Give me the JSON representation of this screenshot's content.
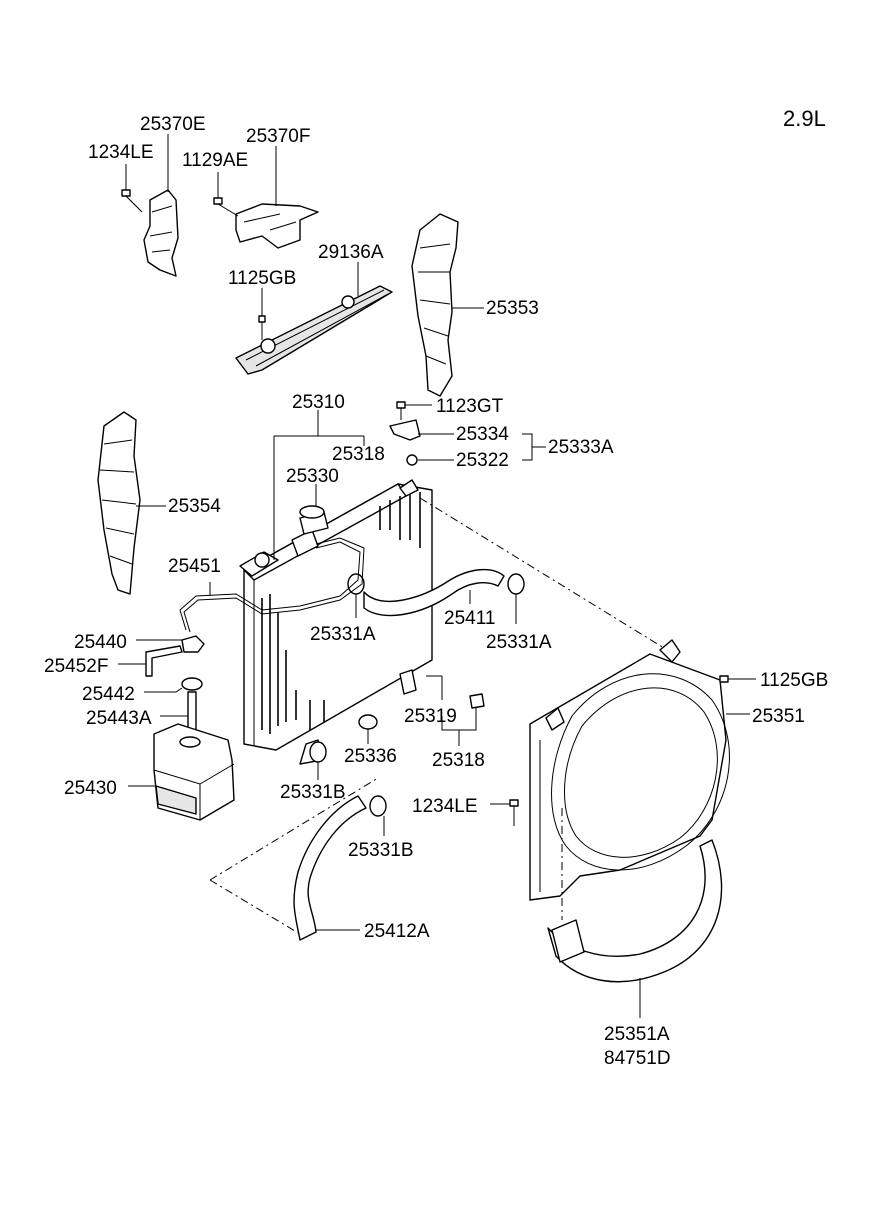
{
  "engine": "2.9L",
  "labels": {
    "p25370E": "25370E",
    "p1234LE_a": "1234LE",
    "p1129AE": "1129AE",
    "p25370F": "25370F",
    "p29136A": "29136A",
    "p1125GB_a": "1125GB",
    "p25353": "25353",
    "p25310": "25310",
    "p1123GT": "1123GT",
    "p25318_a": "25318",
    "p25334": "25334",
    "p25333A": "25333A",
    "p25330": "25330",
    "p25322": "25322",
    "p25354": "25354",
    "p25451": "25451",
    "p25331A_a": "25331A",
    "p25411": "25411",
    "p25331A_b": "25331A",
    "p25440": "25440",
    "p25452F": "25452F",
    "p25442": "25442",
    "p25443A": "25443A",
    "p1125GB_b": "1125GB",
    "p25351": "25351",
    "p25319": "25319",
    "p25336": "25336",
    "p25318_b": "25318",
    "p25430": "25430",
    "p25331B_a": "25331B",
    "p1234LE_b": "1234LE",
    "p25331B_b": "25331B",
    "p25412A": "25412A",
    "p25351A": "25351A",
    "p84751D": "84751D"
  }
}
